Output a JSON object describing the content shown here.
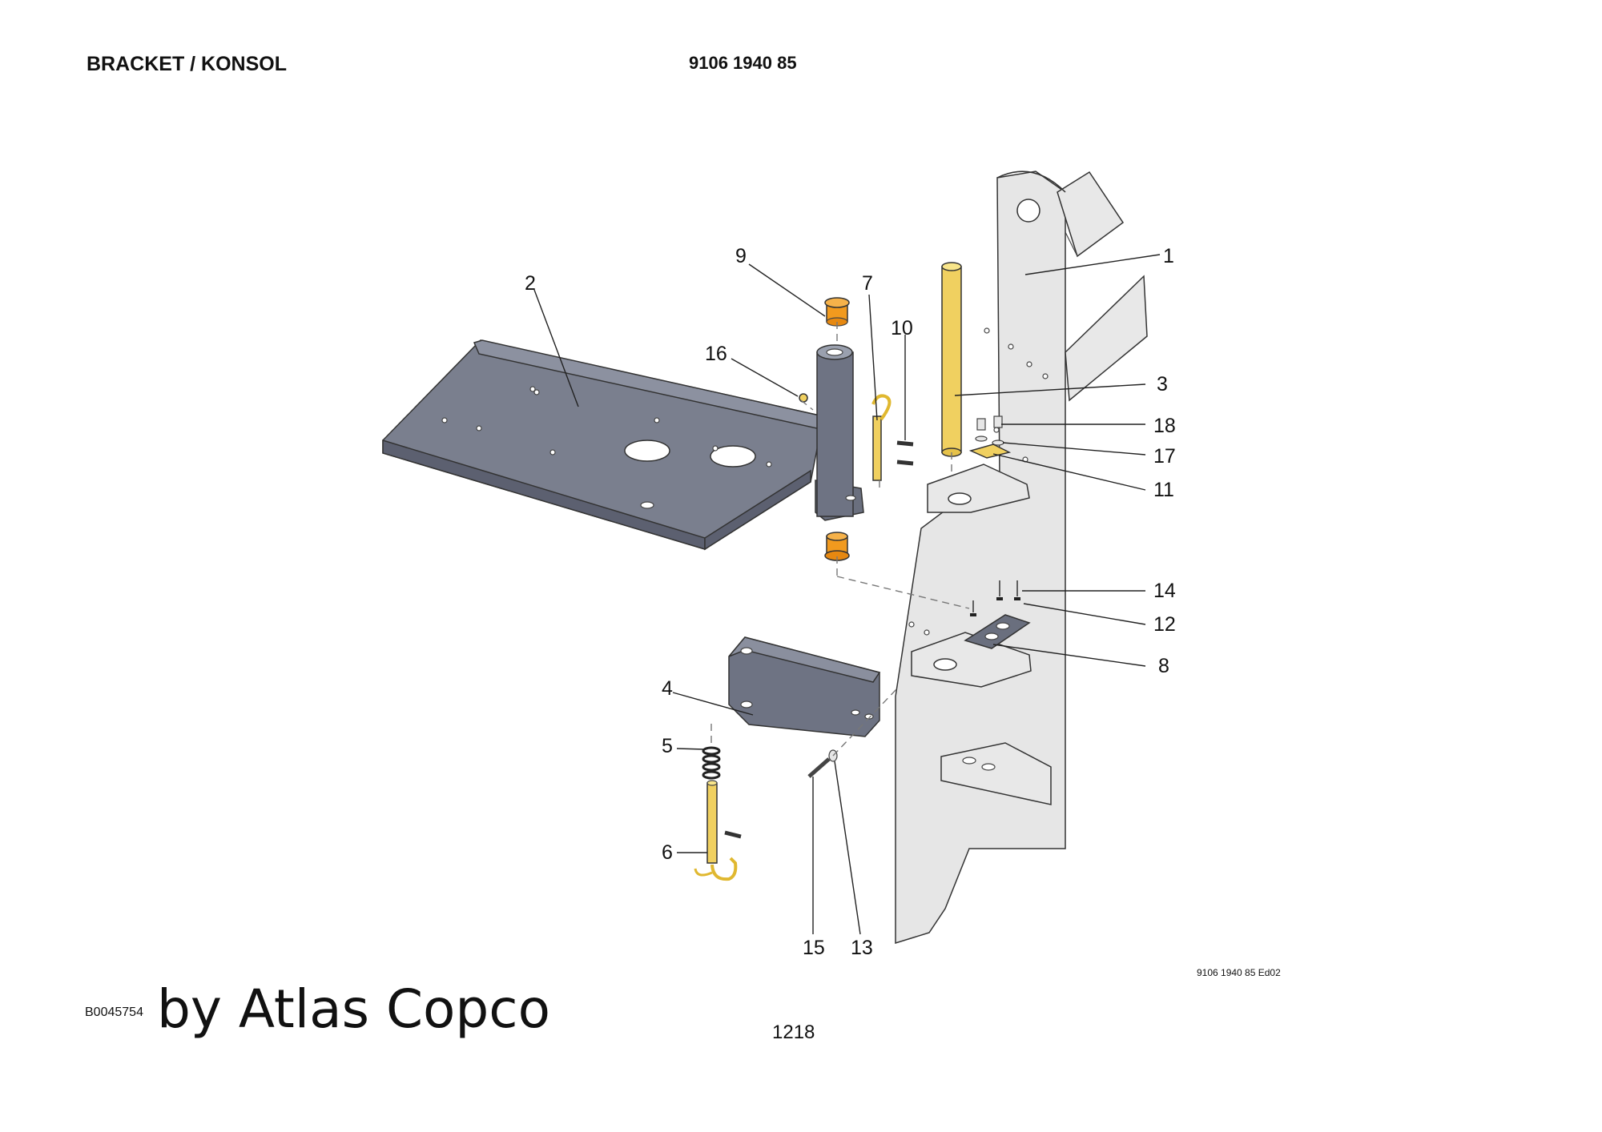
{
  "header": {
    "title": "BRACKET / KONSOL",
    "part_number": "9106 1940 85"
  },
  "footer": {
    "edition": "9106 1940 85 Ed02",
    "document_id": "B0045754",
    "maker": "by Atlas Copco",
    "page_number": "1218"
  },
  "colors": {
    "frame": "#e6e6e6",
    "steel": "#7a7f8e",
    "brass": "#f0d060",
    "bushing": "#f29a1e",
    "line": "#333333"
  },
  "callouts": [
    "1",
    "2",
    "3",
    "4",
    "5",
    "6",
    "7",
    "8",
    "9",
    "10",
    "11",
    "12",
    "13",
    "14",
    "15",
    "16",
    "17",
    "18"
  ]
}
